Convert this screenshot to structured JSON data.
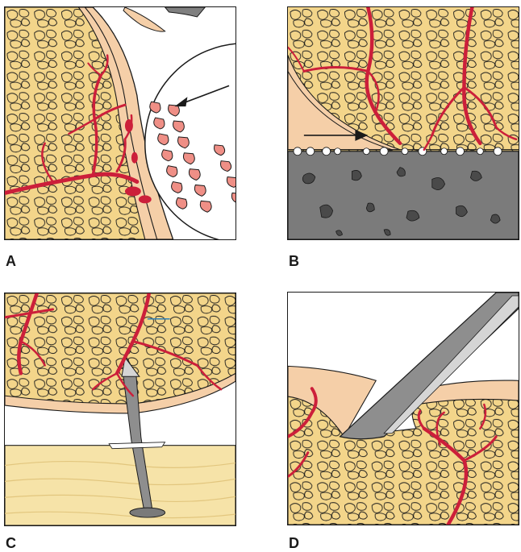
{
  "panels": [
    {
      "id": "A",
      "label": "A"
    },
    {
      "id": "B",
      "label": "B"
    },
    {
      "id": "C",
      "label": "C"
    },
    {
      "id": "D",
      "label": "D"
    }
  ],
  "colors": {
    "fat": "#f3d58a",
    "skin": "#f5cfa8",
    "vessel": "#cc1f3a",
    "ball": "#ffffff",
    "stitch": "#ef8f86",
    "concrete": "#7b7b7b",
    "wood": "#f6e3a8",
    "blade": "#8e8e8e",
    "outline": "#1a1a1a"
  },
  "icons": [
    "baseball-icon",
    "concrete-surface-icon",
    "nail-icon",
    "knife-blade-icon",
    "arrow-icon"
  ]
}
